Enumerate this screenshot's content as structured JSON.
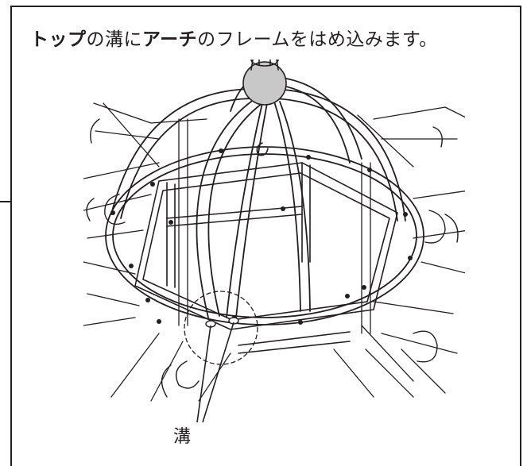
{
  "instruction": {
    "part1": "トップ",
    "part2": "の溝に",
    "part3": "アーチ",
    "part4": "のフレームをはめ込みます。"
  },
  "callout": {
    "label": "溝"
  }
}
